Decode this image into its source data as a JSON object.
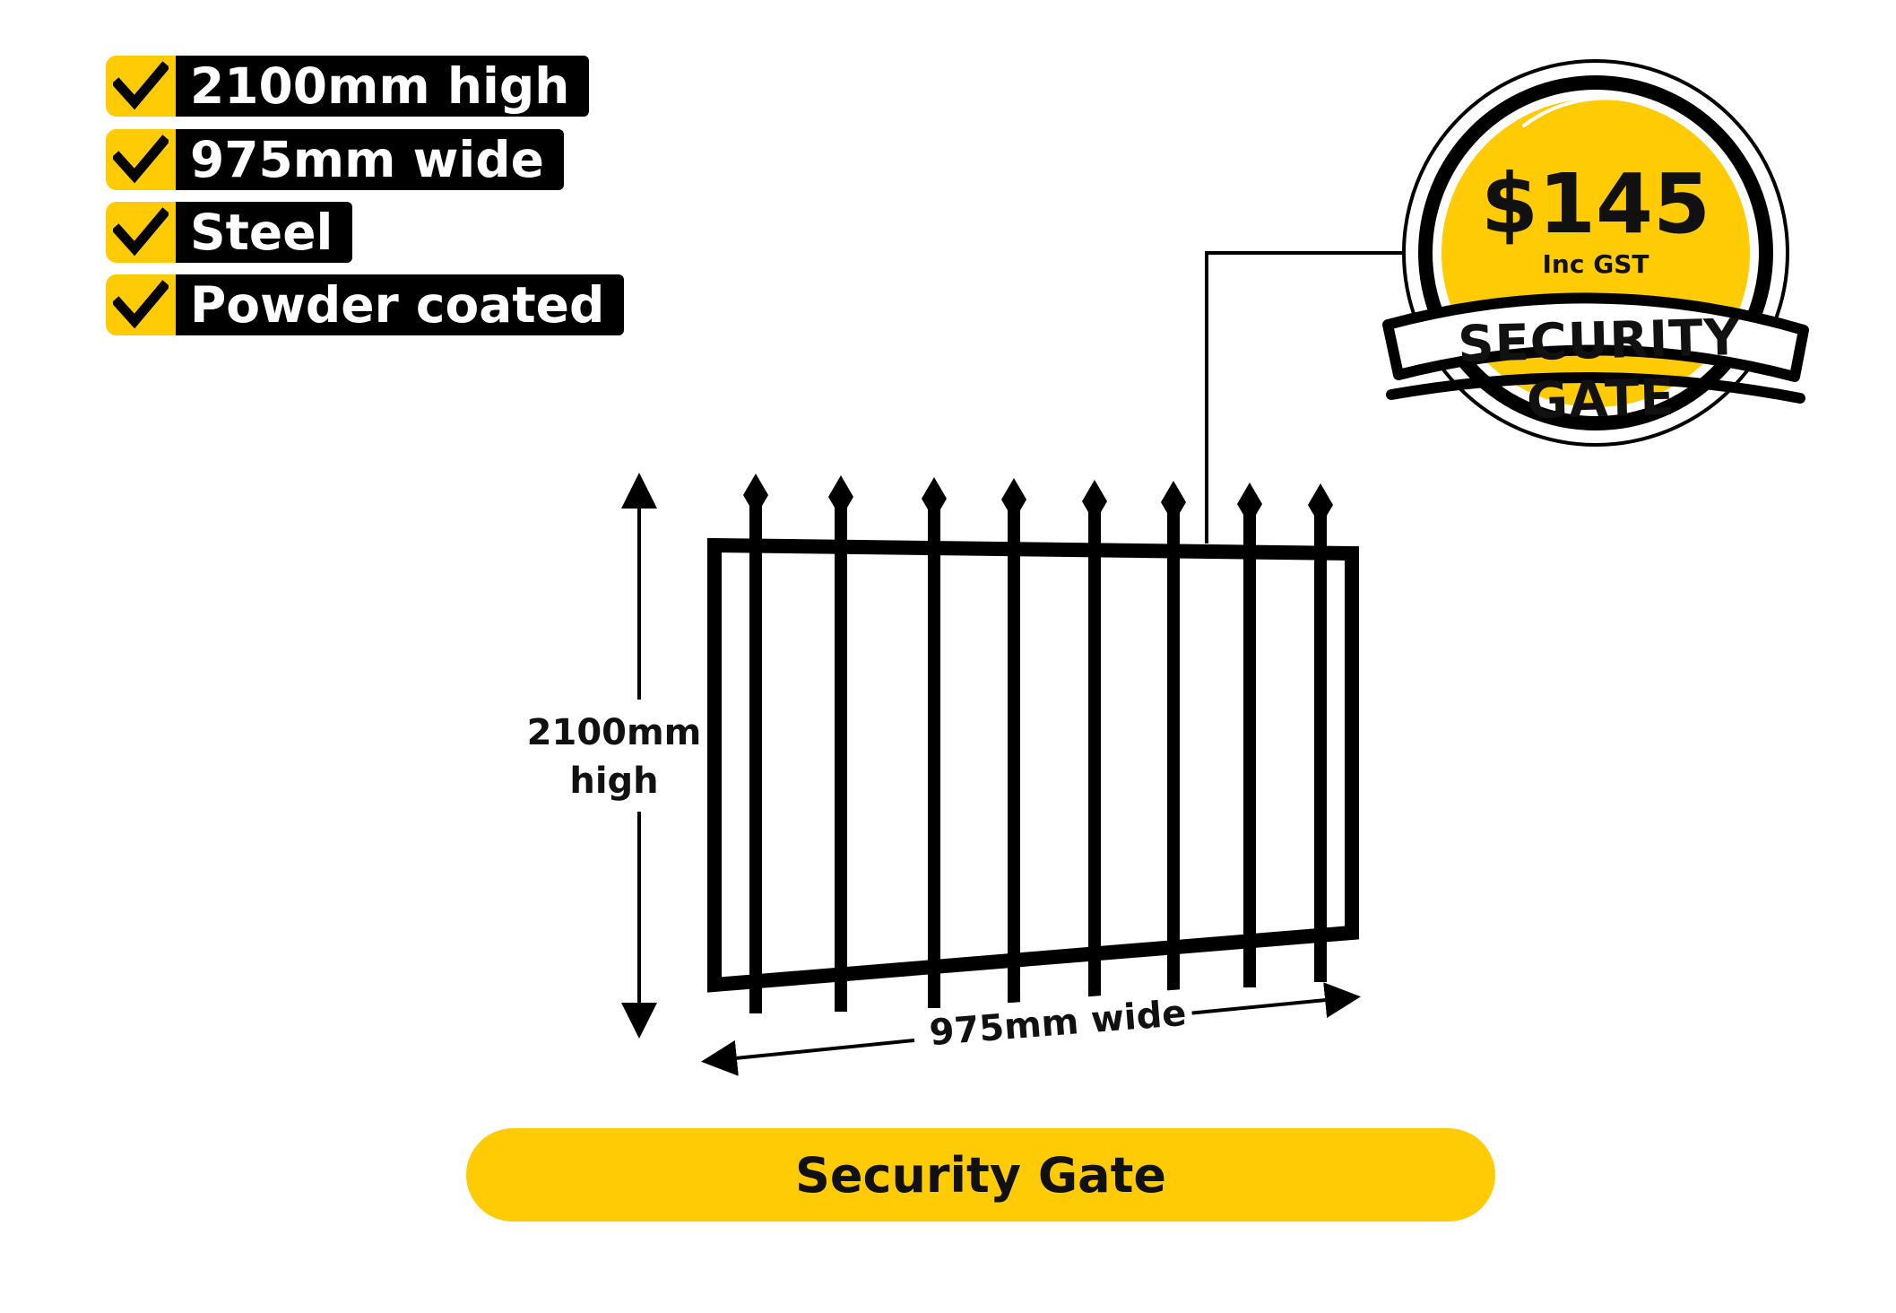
{
  "features": [
    {
      "label": "2100mm high",
      "icon": "check-icon"
    },
    {
      "label": "975mm wide",
      "icon": "check-icon"
    },
    {
      "label": "Steel",
      "icon": "check-icon"
    },
    {
      "label": "Powder coated",
      "icon": "check-icon"
    }
  ],
  "dimensions": {
    "height_label": "2100mm high",
    "width_label": "975mm wide"
  },
  "price_badge": {
    "price": "$145",
    "tax_note": "Inc GST",
    "title": "SECURITY GATE"
  },
  "product_name": "Security Gate",
  "colors": {
    "accent": "#FFCB05",
    "ink": "#000000",
    "background": "#FFFFFF"
  }
}
